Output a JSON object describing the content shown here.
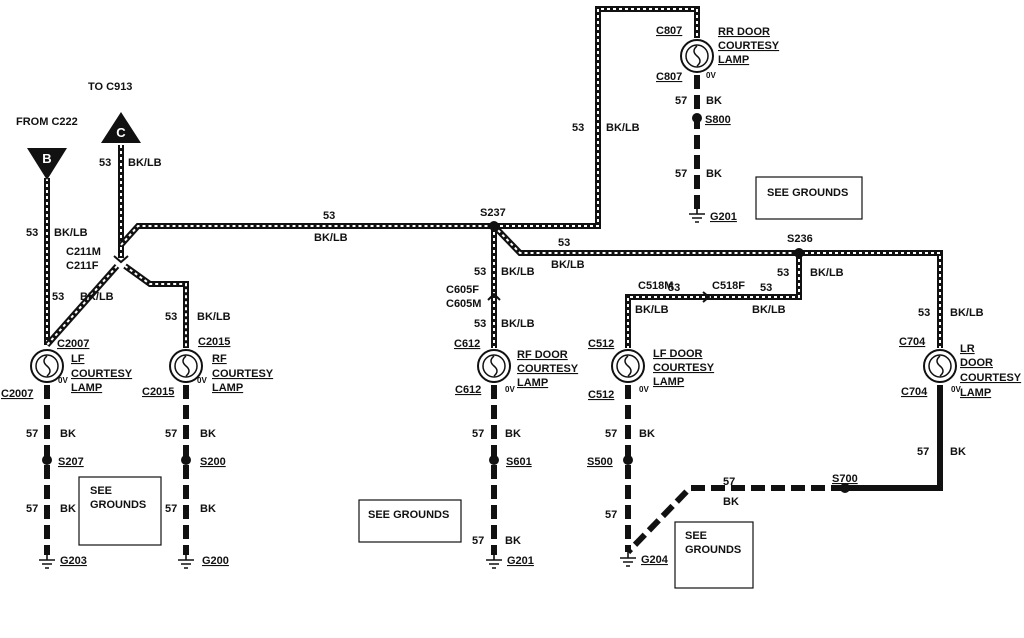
{
  "offpage": {
    "b_label": "B",
    "b_from": "FROM C222",
    "c_label": "C",
    "c_to": "TO C913"
  },
  "circuits": {
    "c53": "53",
    "c57": "57",
    "bklb": "BK/LB",
    "bk": "BK",
    "zero_v": "0V"
  },
  "connectors": {
    "c211m": "C211M",
    "c211f": "C211F",
    "c2007": "C2007",
    "c2015": "C2015",
    "c605f": "C605F",
    "c605m": "C605M",
    "c612": "C612",
    "c512": "C512",
    "c704": "C704",
    "c807": "C807",
    "c518m": "C518M",
    "c518f": "C518F"
  },
  "splices": {
    "s237": "S237",
    "s236": "S236",
    "s800": "S800",
    "s207": "S207",
    "s200": "S200",
    "s601": "S601",
    "s500": "S500",
    "s700": "S700"
  },
  "grounds": {
    "g201": "G201",
    "g203": "G203",
    "g200": "G200",
    "g204": "G204"
  },
  "lamps": {
    "lf": [
      "LF",
      "COURTESY",
      "LAMP"
    ],
    "rf": [
      "RF",
      "COURTESY",
      "LAMP"
    ],
    "rf_door": [
      "RF DOOR",
      "COURTESY",
      "LAMP"
    ],
    "lf_door": [
      "LF DOOR",
      "COURTESY",
      "LAMP"
    ],
    "lr_door": [
      "LR",
      "DOOR",
      "COURTESY",
      "LAMP"
    ],
    "rr_door": [
      "RR DOOR",
      "COURTESY",
      "LAMP"
    ]
  },
  "notes": {
    "see_grounds": [
      "SEE",
      "GROUNDS"
    ],
    "see_grounds_inline": "SEE GROUNDS"
  }
}
